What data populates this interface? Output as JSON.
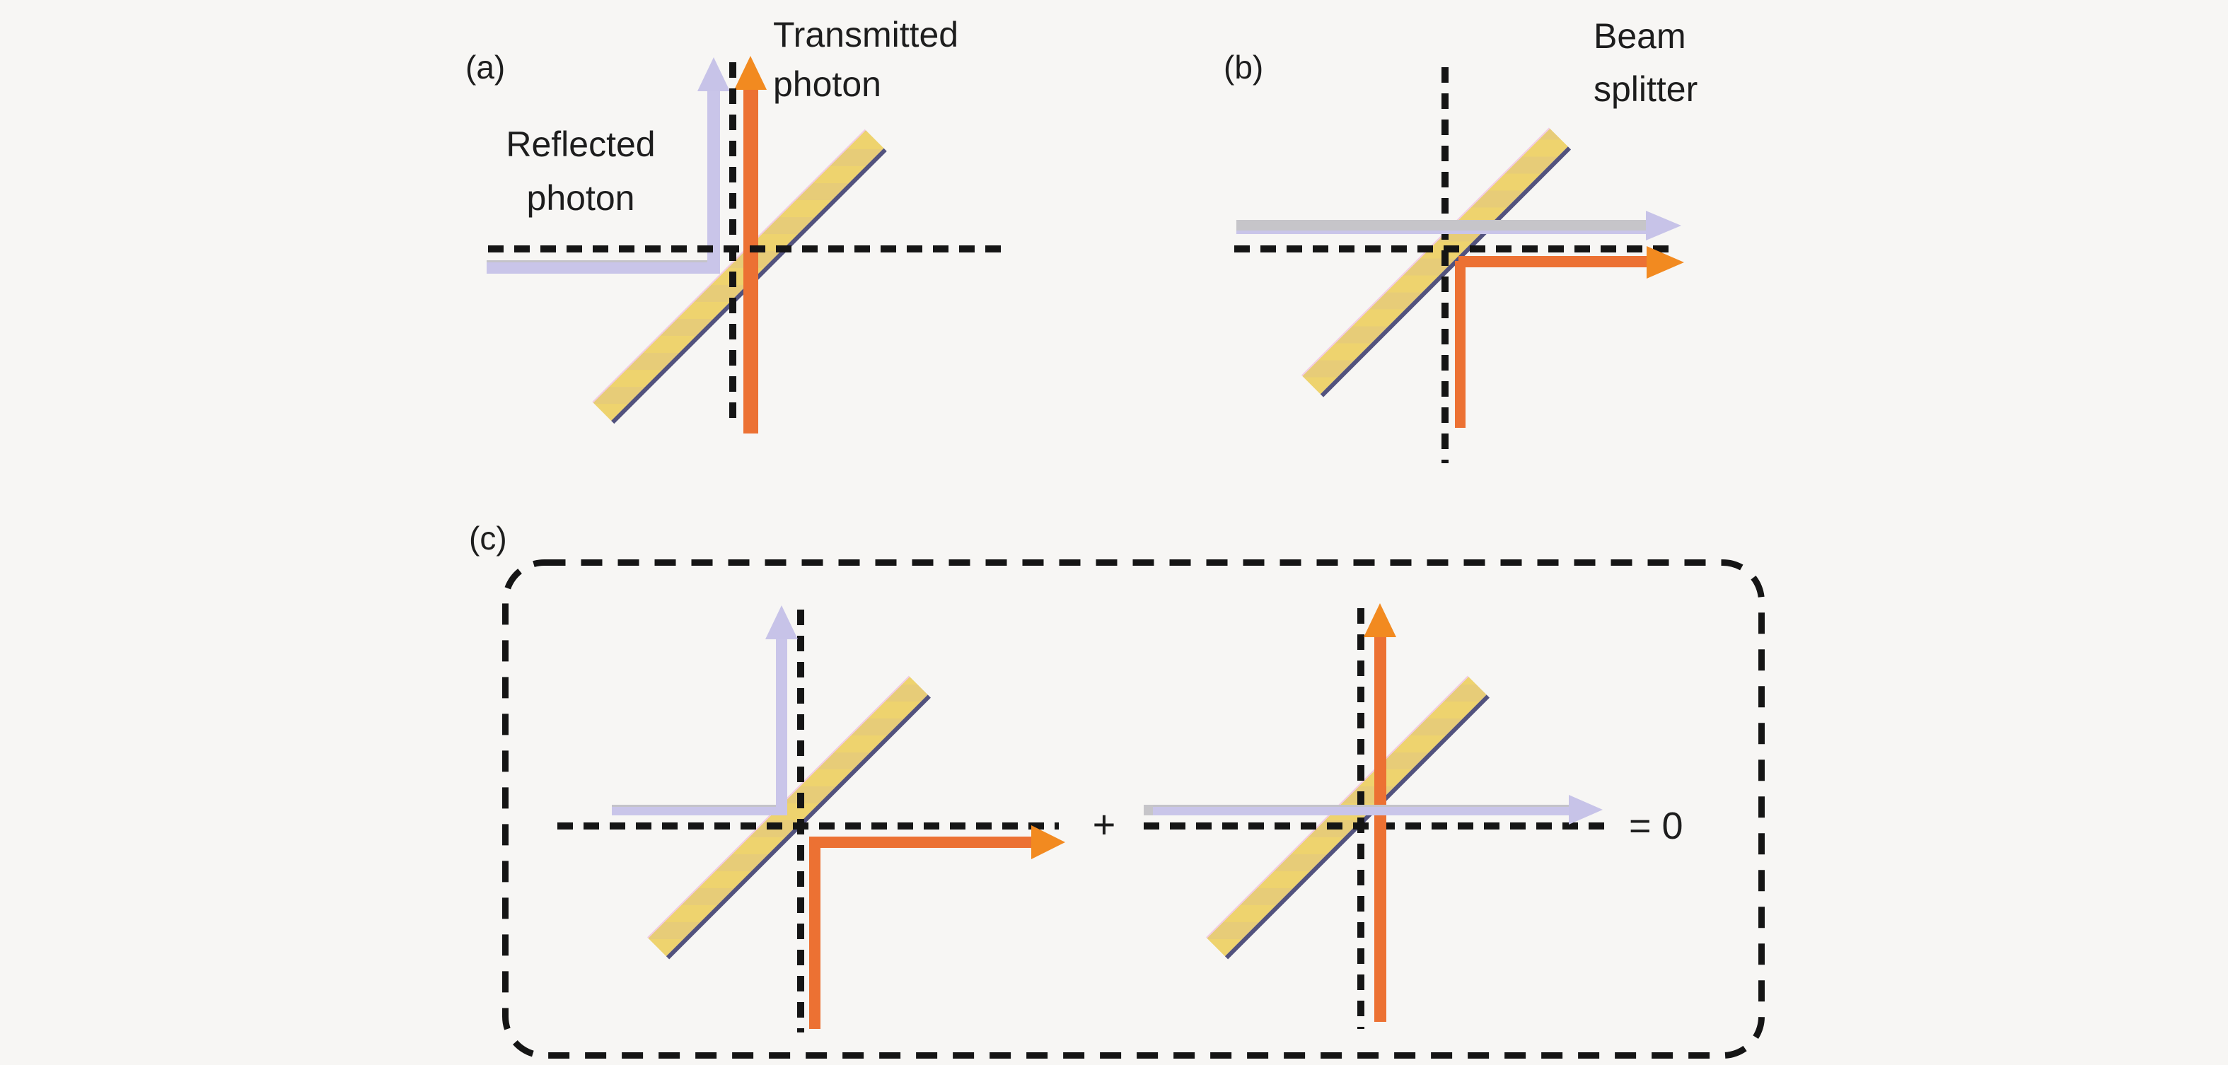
{
  "figure": {
    "panel_a": {
      "label": "(a)",
      "transmitted_label": [
        "Transmitted",
        "photon"
      ],
      "reflected_label": [
        "Reflected",
        "photon"
      ]
    },
    "panel_b": {
      "label": "(b)",
      "beam_splitter_label": [
        "Beam",
        "splitter"
      ]
    },
    "panel_c": {
      "label": "(c)",
      "plus_sign": "+",
      "equals_zero": "= 0"
    }
  },
  "colors": {
    "background": "#F7F6F4",
    "ink": "#1D1D1D",
    "dash": "#151515",
    "lavender": "#C9C5E9",
    "lavender-head": "#C7C3E8",
    "gray-beam": "#C6C5C9",
    "orange": "#EC7133",
    "orange-head": "#F28A20",
    "splitter-yellow": "#EED36E",
    "splitter-yellow-alt": "#E7CC78",
    "splitter-edge": "#52527E",
    "splitter-pink": "#F2CBE3"
  }
}
